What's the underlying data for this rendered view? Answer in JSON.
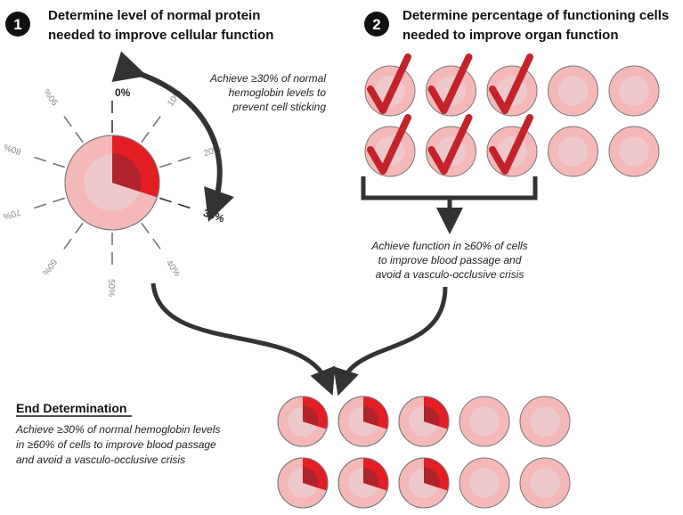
{
  "step1": {
    "number": "1",
    "title_line1": "Determine level of normal protein",
    "title_line2": "needed to improve cellular function"
  },
  "step2": {
    "number": "2",
    "title_line1": "Determine percentage of functioning cells",
    "title_line2": "needed to improve organ function"
  },
  "dial": {
    "note_lines": [
      "Achieve ≥30% of normal",
      "hemoglobin levels to",
      "prevent cell sticking"
    ],
    "ticks": [
      "0%",
      "10%",
      "20%",
      "30%",
      "40%",
      "50%",
      "60%",
      "70%",
      "80%",
      "90%"
    ],
    "highlight_tick": "30%",
    "fill_fraction": 0.3
  },
  "cells": {
    "total_per_row": 5,
    "functioning_per_row": 3,
    "rows": 2
  },
  "step2_note_lines": [
    "Achieve function in ≥60% of cells",
    "to improve blood passage and",
    "avoid a vasculo-occlusive crisis"
  ],
  "end": {
    "heading": "End Determination",
    "lines": [
      "Achieve ≥30% of normal hemoglobin levels",
      "in ≥60% of cells to improve blood passage",
      "and avoid a vasculo-occlusive crisis"
    ]
  },
  "colors": {
    "cell_outer": "#f4b8b8",
    "cell_inner": "#edc9cb",
    "red": "#e31e24",
    "dark_red": "#b1232b",
    "check": "#c4232b",
    "arrow": "#333333"
  }
}
